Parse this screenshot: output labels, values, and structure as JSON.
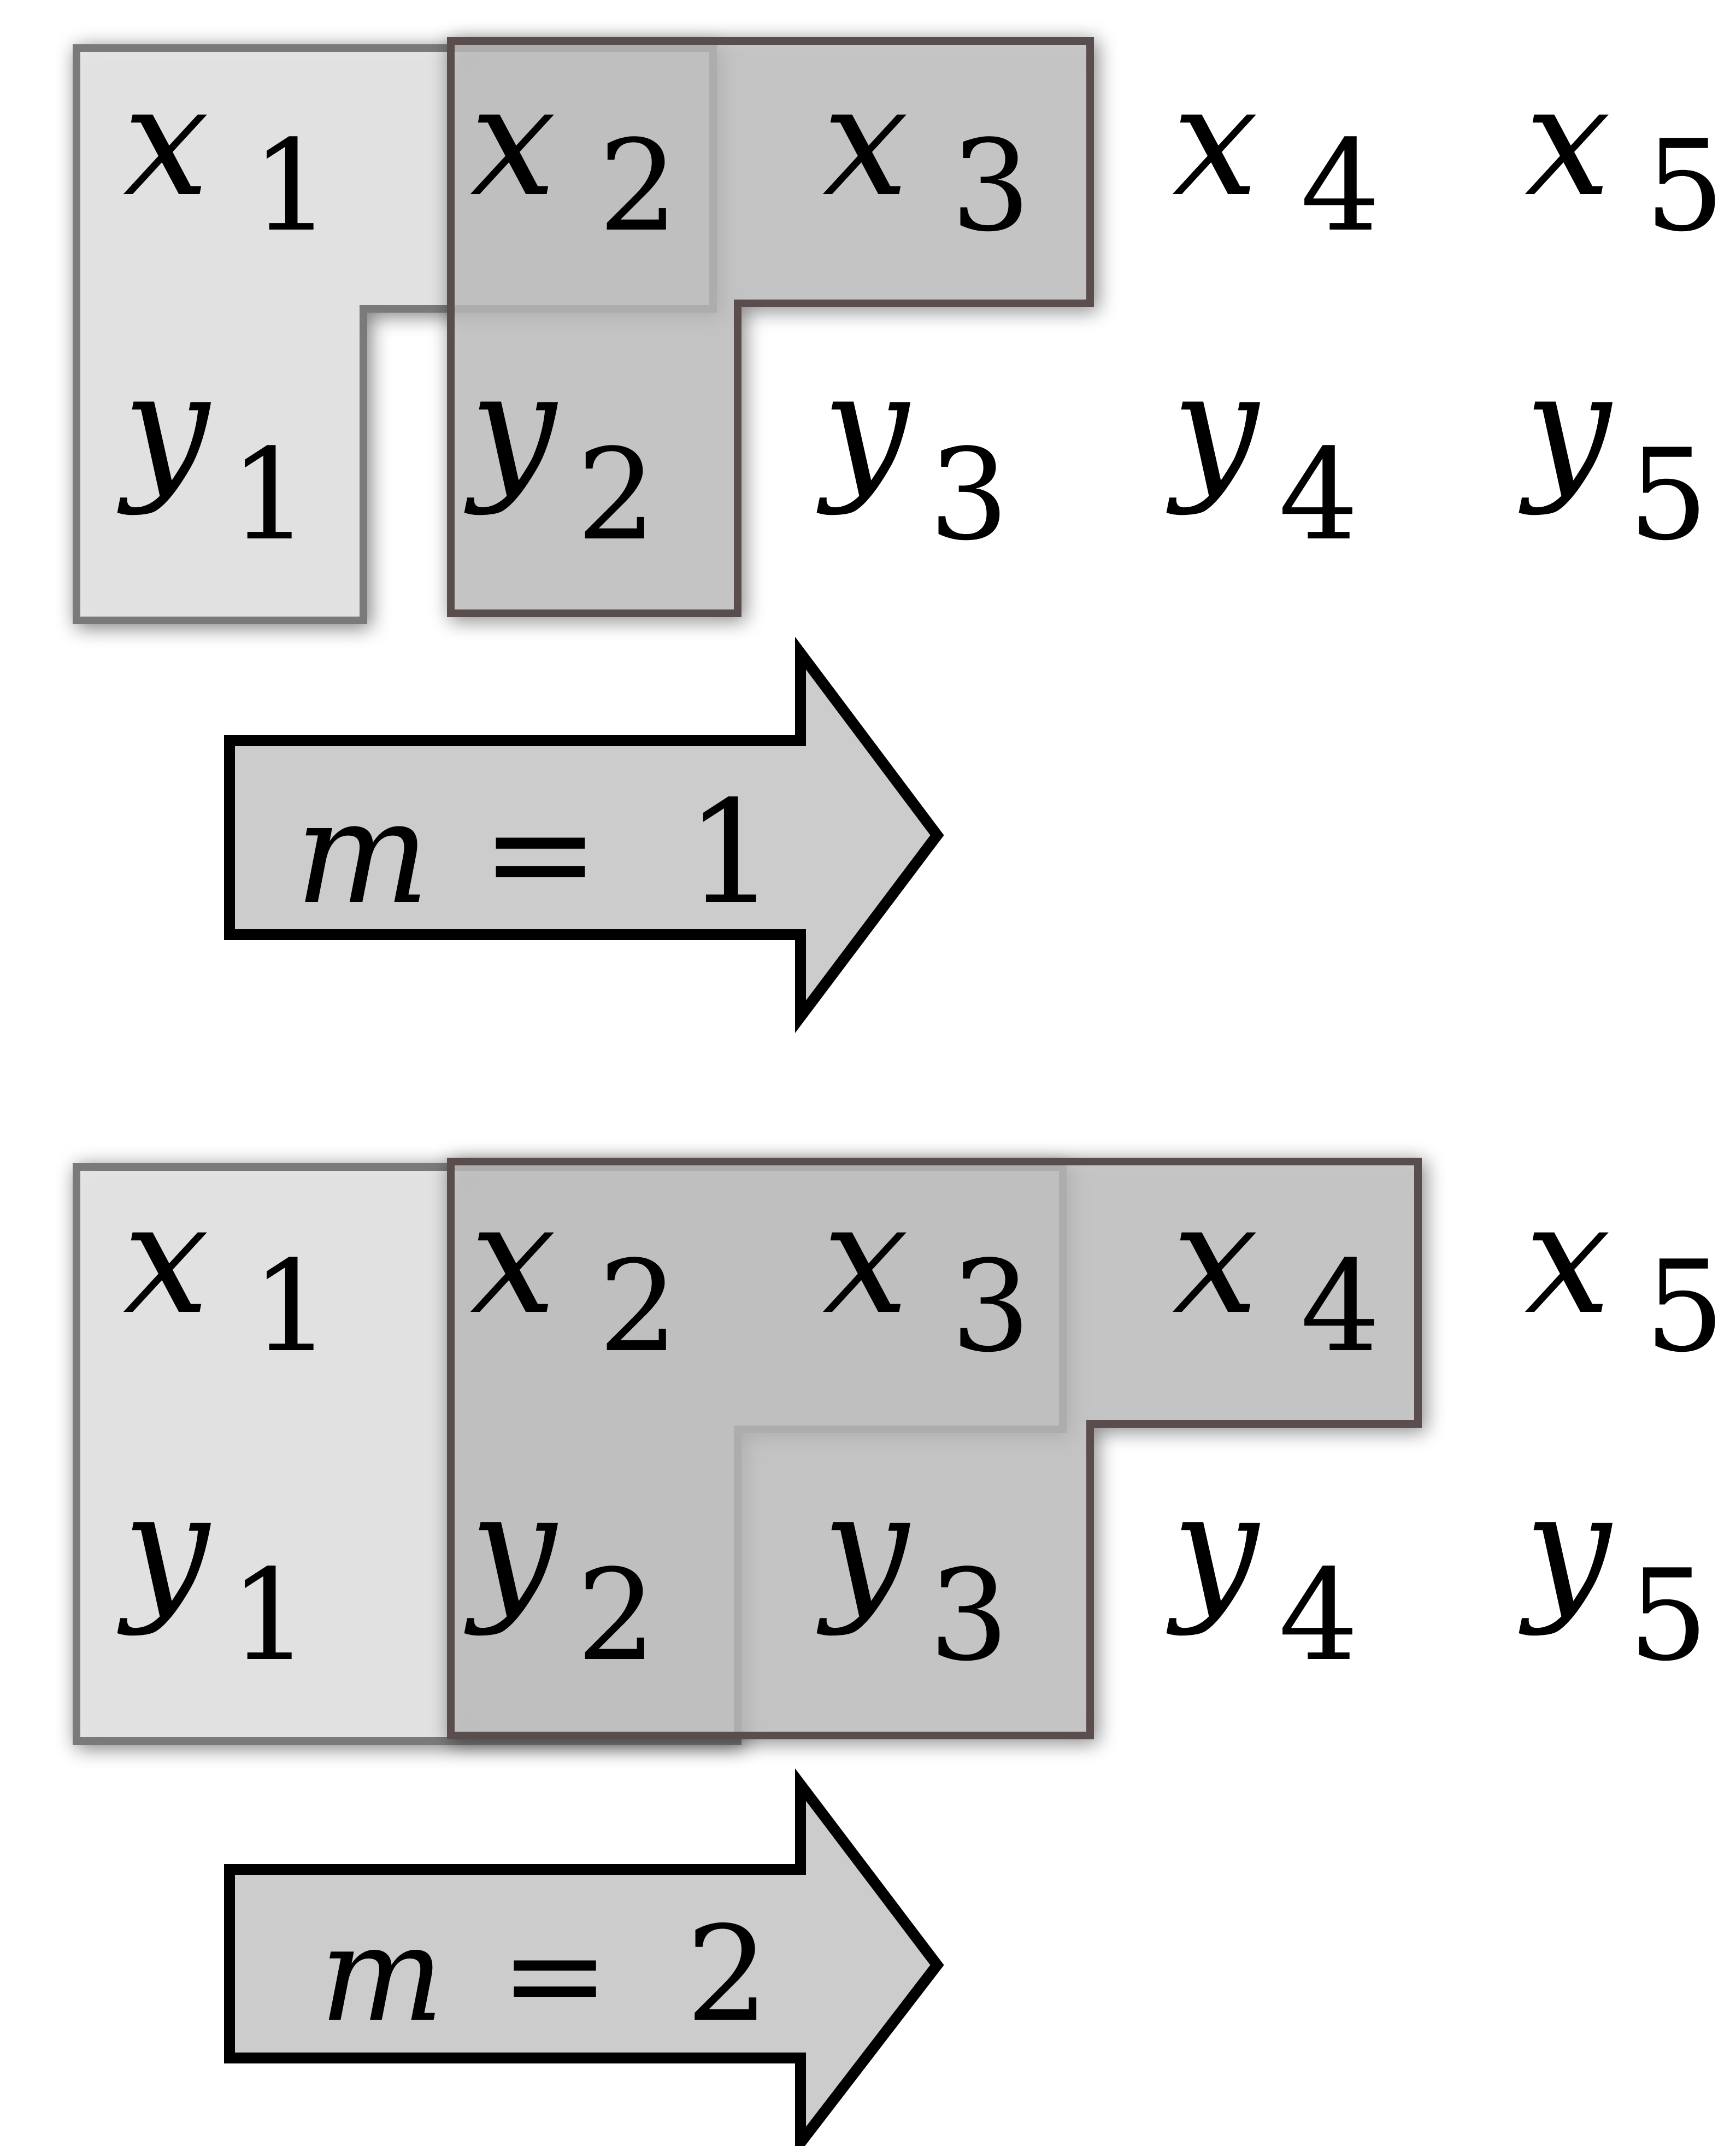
{
  "panels": [
    {
      "x_row": [
        {
          "base": "x",
          "sub": "1"
        },
        {
          "base": "x",
          "sub": "2"
        },
        {
          "base": "x",
          "sub": "3"
        },
        {
          "base": "x",
          "sub": "4"
        },
        {
          "base": "x",
          "sub": "5"
        }
      ],
      "y_row": [
        {
          "base": "y",
          "sub": "1"
        },
        {
          "base": "y",
          "sub": "2"
        },
        {
          "base": "y",
          "sub": "3"
        },
        {
          "base": "y",
          "sub": "4"
        },
        {
          "base": "y",
          "sub": "5"
        }
      ],
      "arrow": {
        "var": "m",
        "op": "=",
        "value": "1"
      }
    },
    {
      "x_row": [
        {
          "base": "x",
          "sub": "1"
        },
        {
          "base": "x",
          "sub": "2"
        },
        {
          "base": "x",
          "sub": "3"
        },
        {
          "base": "x",
          "sub": "4"
        },
        {
          "base": "x",
          "sub": "5"
        }
      ],
      "y_row": [
        {
          "base": "y",
          "sub": "1"
        },
        {
          "base": "y",
          "sub": "2"
        },
        {
          "base": "y",
          "sub": "3"
        },
        {
          "base": "y",
          "sub": "4"
        },
        {
          "base": "y",
          "sub": "5"
        }
      ],
      "arrow": {
        "var": "m",
        "op": "=",
        "value": "2"
      }
    }
  ],
  "colors": {
    "light_fill": "#e6e6e6",
    "light_stroke": "#7a7a7a",
    "dark_fill": "#c4c4c4",
    "dark_stroke": "#5a4e4e",
    "arrow_fill": "#cccccc",
    "arrow_stroke": "#000000"
  }
}
